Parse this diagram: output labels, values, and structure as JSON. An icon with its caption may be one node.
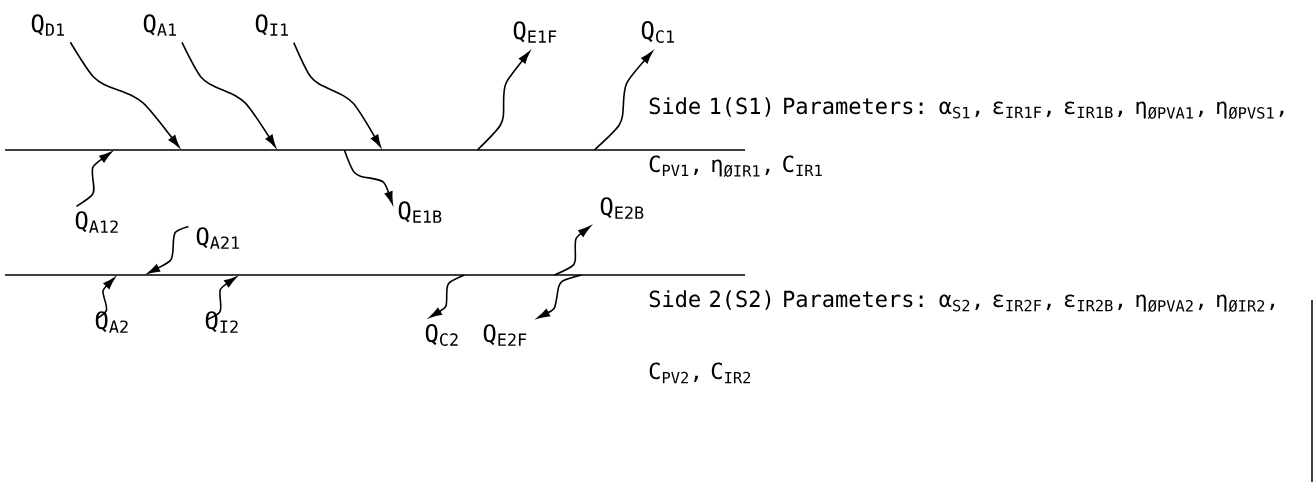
{
  "diagram": {
    "nodes": [
      {
        "text": [],
        "shape": "line",
        "beside": [
          "Side 1(S1) Parameters: α$_{S1}$, ε$_{IR1F}$, ε$_{IR1B}$, η$_{ØPVA1}$, η$_{ØPVS1}$, C$_{PV1}$, η$_{ØIR1}$, C$_{IR1}$"
        ]
      },
      {
        "text": [],
        "shape": "line",
        "beside": [
          "Side 2(S2) Parameters: α$_{S2}$, ε$_{IR2F}$, ε$_{IR2B}$, η$_{ØPVA2}$, η$_{ØIR2}$, C$_{PV2}$, C$_{IR2}$"
        ]
      },
      {
        "text": [
          "Q$_{D1}$"
        ]
      },
      {
        "text": [
          "Q$_{A1}$"
        ]
      },
      {
        "text": [
          "Q$_{I1}$"
        ]
      },
      {
        "text": [
          "Q$_{E1F}$"
        ]
      },
      {
        "text": [
          "Q$_{C1}$"
        ]
      },
      {
        "text": [
          "Q$_{A12}$"
        ]
      },
      {
        "text": [
          "Q$_{E1B}$"
        ]
      },
      {
        "text": [
          "Q$_{A21}$"
        ]
      },
      {
        "text": [
          "Q$_{E2B}$"
        ]
      },
      {
        "text": [
          "Q$_{A2}$"
        ]
      },
      {
        "text": [
          "Q$_{I2}$"
        ]
      },
      {
        "text": [
          "Q$_{C2}$"
        ]
      },
      {
        "text": [
          "Q$_{E2F}$"
        ]
      }
    ],
    "edges": [
      {
        "from": 2,
        "to": 0,
        "arrow": "to"
      },
      {
        "from": 3,
        "to": 0,
        "arrow": "to"
      },
      {
        "from": 4,
        "to": 0,
        "arrow": "to"
      },
      {
        "from": 0,
        "to": 5,
        "arrow": "to"
      },
      {
        "from": 0,
        "to": 6,
        "arrow": "to"
      },
      {
        "from": 7,
        "to": 0,
        "arrow": "to"
      },
      {
        "from": 0,
        "to": 8,
        "arrow": "to"
      },
      {
        "from": 9,
        "to": 1,
        "arrow": "to"
      },
      {
        "from": 1,
        "to": 10,
        "arrow": "to"
      },
      {
        "from": 11,
        "to": 1,
        "arrow": "to"
      },
      {
        "from": 12,
        "to": 1,
        "arrow": "to"
      },
      {
        "from": 1,
        "to": 13,
        "arrow": "to"
      },
      {
        "from": 1,
        "to": 14,
        "arrow": "to"
      }
    ]
  }
}
